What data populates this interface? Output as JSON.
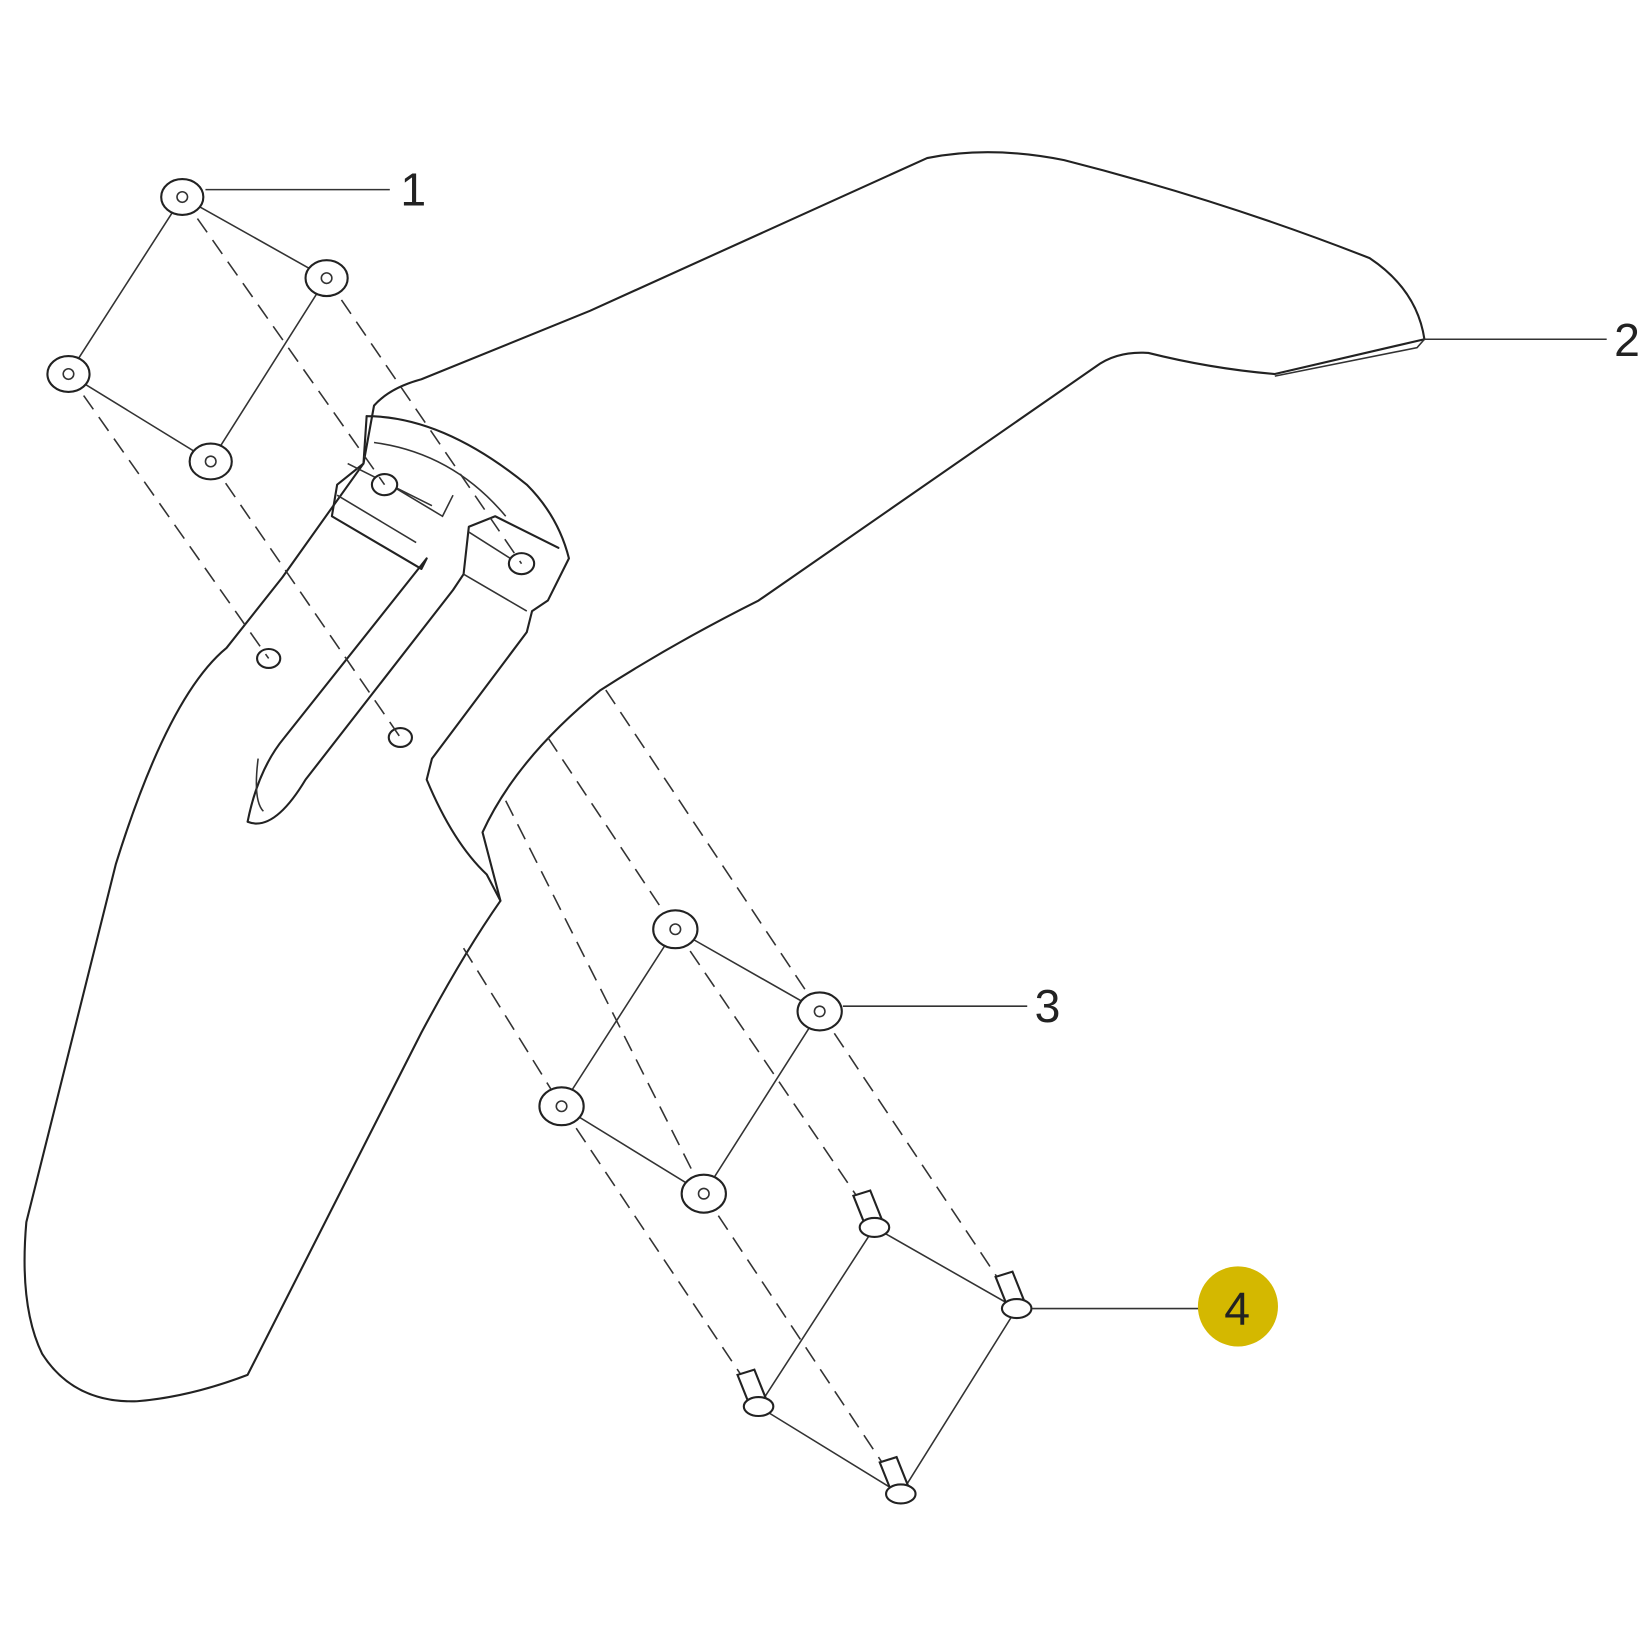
{
  "diagram": {
    "callouts": [
      {
        "number": "1",
        "highlighted": false
      },
      {
        "number": "2",
        "highlighted": false
      },
      {
        "number": "3",
        "highlighted": false
      },
      {
        "number": "4",
        "highlighted": true
      }
    ],
    "highlight_color": "#d4b800"
  }
}
